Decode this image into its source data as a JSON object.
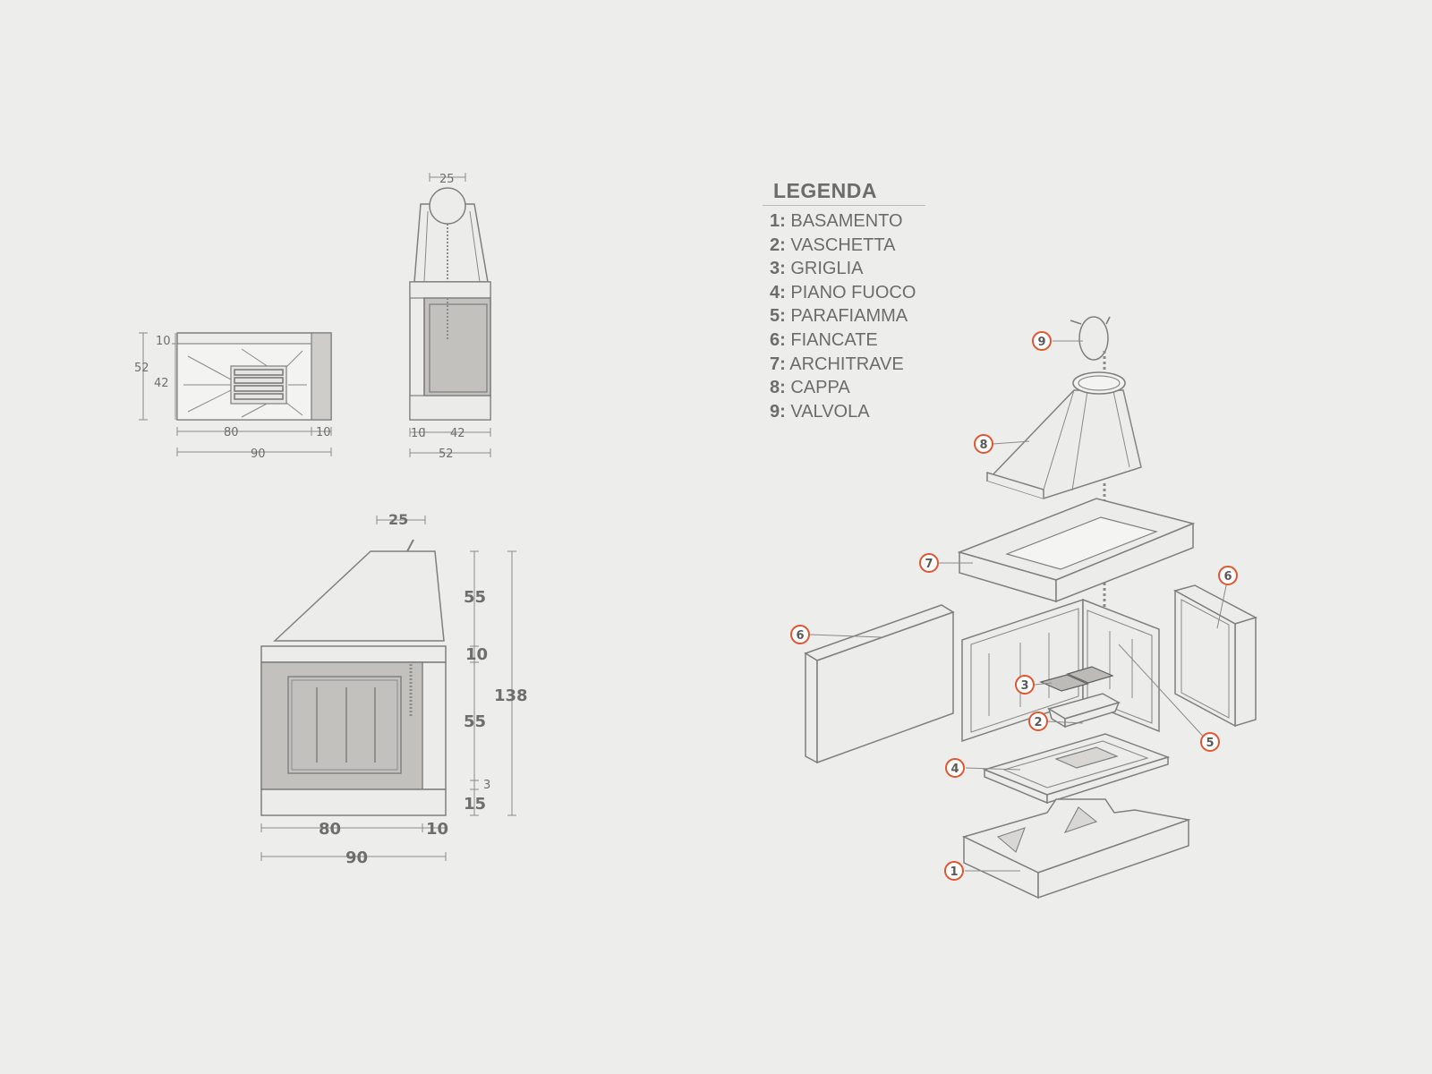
{
  "legend": {
    "title": "LEGENDA",
    "items": [
      {
        "num": "1:",
        "label": "BASAMENTO"
      },
      {
        "num": "2:",
        "label": "VASCHETTA"
      },
      {
        "num": "3:",
        "label": "GRIGLIA"
      },
      {
        "num": "4:",
        "label": "PIANO FUOCO"
      },
      {
        "num": "5:",
        "label": "PARAFIAMMA"
      },
      {
        "num": "6:",
        "label": "FIANCATE"
      },
      {
        "num": "7:",
        "label": "ARCHITRAVE"
      },
      {
        "num": "8:",
        "label": "CAPPA"
      },
      {
        "num": "9:",
        "label": "VALVOLA"
      }
    ]
  },
  "top_view": {
    "dims": {
      "d10": "10",
      "d52": "52",
      "d42": "42",
      "d80": "80",
      "d10b": "10",
      "d90": "90"
    }
  },
  "side_view": {
    "dims": {
      "d25": "25",
      "d10": "10",
      "d42": "42",
      "d52": "52"
    }
  },
  "front_view": {
    "dims": {
      "d25": "25",
      "d55a": "55",
      "d10": "10",
      "d55b": "55",
      "d3": "3",
      "d15": "15",
      "d138": "138",
      "d80": "80",
      "d10b": "10",
      "d90": "90"
    }
  },
  "exploded": {
    "callouts": [
      "9",
      "8",
      "7",
      "6",
      "6",
      "3",
      "2",
      "5",
      "4",
      "1"
    ]
  },
  "colors": {
    "accent": "#e05630",
    "background": "#ededeb",
    "line": "#7f7f7f"
  }
}
